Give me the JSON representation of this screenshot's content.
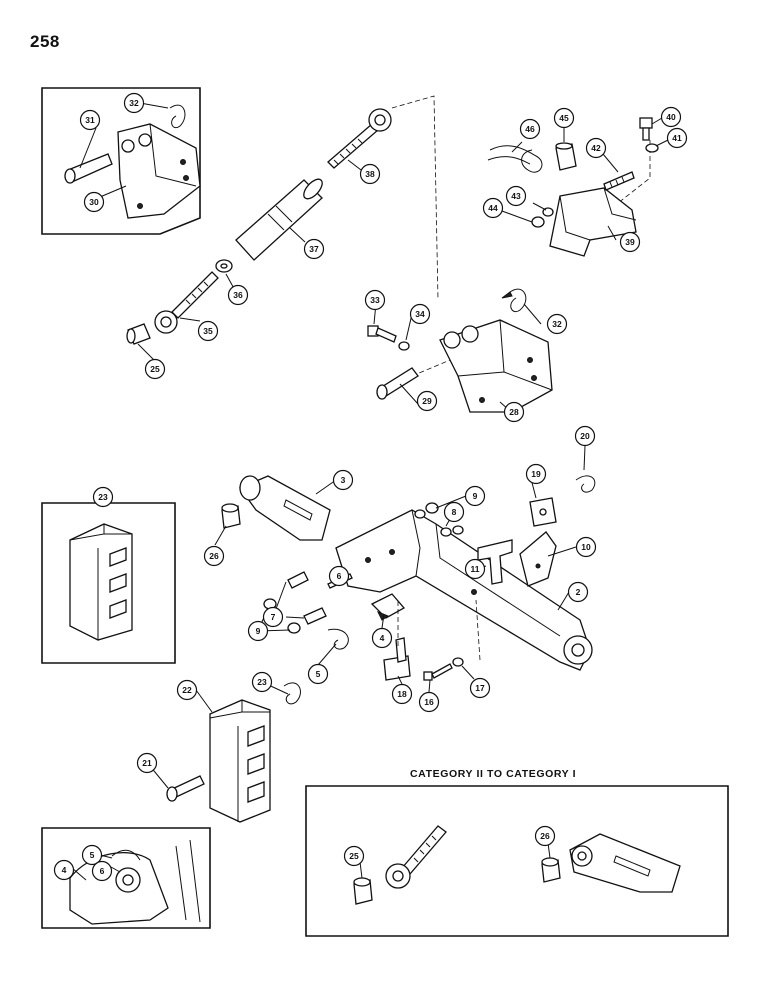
{
  "page_number": "258",
  "inset_caption": "CATEGORY II   TO CATEGORY I",
  "callouts": {
    "c2": "2",
    "c3": "3",
    "c4": "4",
    "c5": "5",
    "c6": "6",
    "c7": "7",
    "c8": "8",
    "c9": "9",
    "c10": "10",
    "c11": "11",
    "c16": "16",
    "c17": "17",
    "c18": "18",
    "c19": "19",
    "c20": "20",
    "c21": "21",
    "c22": "22",
    "c23": "23",
    "c25": "25",
    "c26": "26",
    "c28": "28",
    "c29": "29",
    "c30": "30",
    "c31": "31",
    "c32": "32",
    "c33": "33",
    "c34": "34",
    "c35": "35",
    "c36": "36",
    "c37": "37",
    "c38": "38",
    "c39": "39",
    "c40": "40",
    "c41": "41",
    "c42": "42",
    "c43": "43",
    "c44": "44",
    "c45": "45",
    "c46": "46"
  }
}
